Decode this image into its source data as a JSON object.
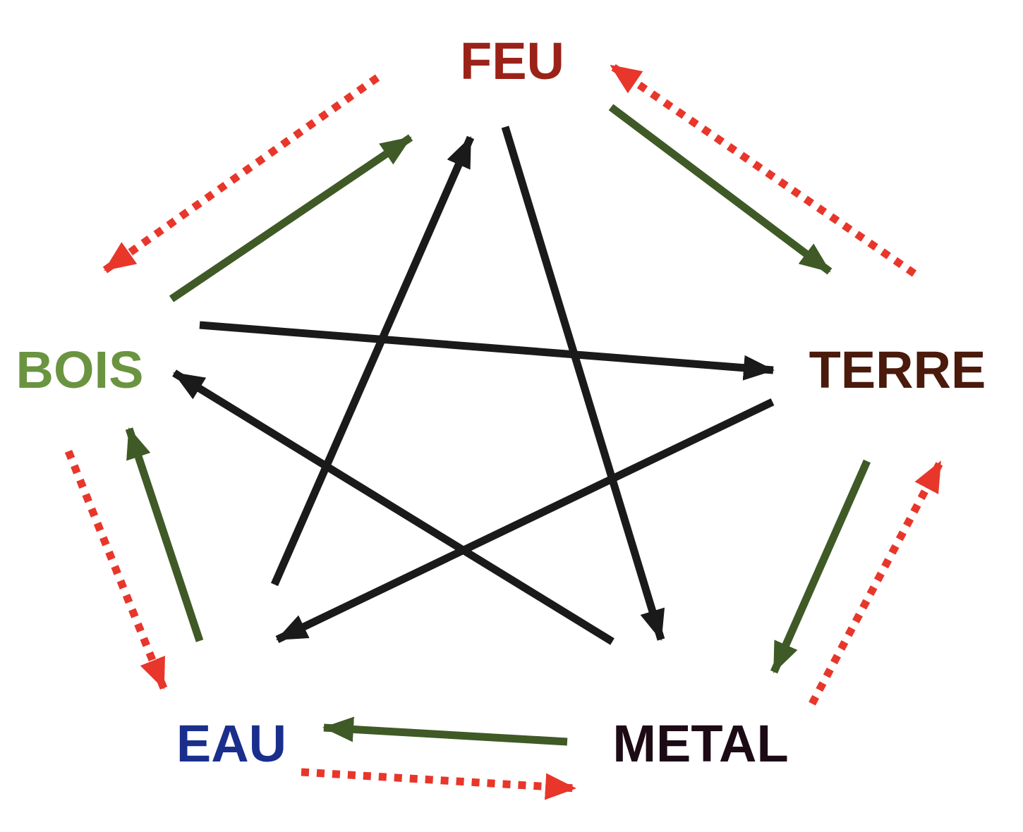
{
  "elements": {
    "feu": {
      "label": "FEU",
      "color": "#9b2218"
    },
    "terre": {
      "label": "TERRE",
      "color": "#4a1a0c"
    },
    "metal": {
      "label": "METAL",
      "color": "#1c0a14"
    },
    "eau": {
      "label": "EAU",
      "color": "#1a2f8c"
    },
    "bois": {
      "label": "BOIS",
      "color": "#6a9440"
    }
  },
  "colors": {
    "generation": "#3f5a26",
    "control": "#1a1a1a",
    "reverse": "#e8362b"
  },
  "cycles": {
    "generation": [
      [
        "bois",
        "feu"
      ],
      [
        "feu",
        "terre"
      ],
      [
        "terre",
        "metal"
      ],
      [
        "metal",
        "eau"
      ],
      [
        "eau",
        "bois"
      ]
    ],
    "control": [
      [
        "bois",
        "terre"
      ],
      [
        "terre",
        "eau"
      ],
      [
        "eau",
        "feu"
      ],
      [
        "feu",
        "metal"
      ],
      [
        "metal",
        "bois"
      ]
    ],
    "reverse": [
      [
        "feu",
        "bois"
      ],
      [
        "terre",
        "feu"
      ],
      [
        "metal",
        "terre"
      ],
      [
        "eau",
        "metal"
      ],
      [
        "bois",
        "eau"
      ]
    ]
  }
}
